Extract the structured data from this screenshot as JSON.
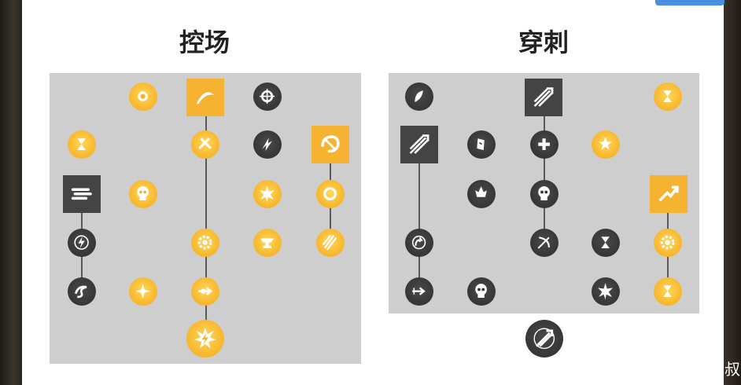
{
  "window": {
    "corner_text": "叔"
  },
  "trees": [
    {
      "title": "控场",
      "nodes": [
        {
          "name": "burst-rune-icon",
          "style": "yellow-circle"
        },
        {
          "name": "crescent-strike-icon",
          "style": "yellow-square"
        },
        {
          "name": "shatter-ring-icon",
          "style": "dark-circle"
        },
        {
          "name": "hourglass-icon",
          "style": "yellow-circle"
        },
        {
          "name": "crossed-blades-icon",
          "style": "yellow-circle"
        },
        {
          "name": "dash-strike-icon",
          "style": "dark-circle"
        },
        {
          "name": "swirl-slash-icon",
          "style": "yellow-square"
        },
        {
          "name": "whirlwind-icon",
          "style": "dark-square"
        },
        {
          "name": "skull-icon",
          "style": "yellow-circle"
        },
        {
          "name": "spiked-burst-icon",
          "style": "yellow-circle"
        },
        {
          "name": "ring-icon",
          "style": "yellow-circle"
        },
        {
          "name": "lightning-orb-icon",
          "style": "dark-circle"
        },
        {
          "name": "gear-flame-icon",
          "style": "yellow-circle"
        },
        {
          "name": "anvil-icon",
          "style": "yellow-circle"
        },
        {
          "name": "claw-slash-icon",
          "style": "yellow-circle"
        },
        {
          "name": "vortex-icon",
          "style": "dark-circle"
        },
        {
          "name": "spark-icon",
          "style": "yellow-circle"
        },
        {
          "name": "arrow-burst-icon",
          "style": "yellow-circle"
        },
        {
          "name": "lightning-burst-icon",
          "style": "yellow-circle"
        }
      ]
    },
    {
      "title": "穿刺",
      "nodes": [
        {
          "name": "feather-icon",
          "style": "dark-circle"
        },
        {
          "name": "triple-arrow-icon",
          "style": "dark-square"
        },
        {
          "name": "hourglass-icon",
          "style": "yellow-circle"
        },
        {
          "name": "triple-arrow-icon",
          "style": "dark-square"
        },
        {
          "name": "rune-stone-icon",
          "style": "dark-circle"
        },
        {
          "name": "cross-plus-icon",
          "style": "dark-circle"
        },
        {
          "name": "star-burst-icon",
          "style": "yellow-circle"
        },
        {
          "name": "flame-spike-icon",
          "style": "dark-circle"
        },
        {
          "name": "skull-icon",
          "style": "dark-circle"
        },
        {
          "name": "leaping-arrow-icon",
          "style": "yellow-square"
        },
        {
          "name": "spiral-arrow-icon",
          "style": "dark-circle"
        },
        {
          "name": "bow-arrow-icon",
          "style": "dark-circle"
        },
        {
          "name": "hourglass-icon",
          "style": "dark-circle"
        },
        {
          "name": "gear-flame-icon",
          "style": "yellow-circle"
        },
        {
          "name": "arrow-wind-icon",
          "style": "dark-circle"
        },
        {
          "name": "skull-icon",
          "style": "dark-circle"
        },
        {
          "name": "spiked-burst-icon",
          "style": "dark-circle"
        },
        {
          "name": "hourglass-icon",
          "style": "yellow-circle"
        },
        {
          "name": "arrow-volley-icon",
          "style": "dark-circle"
        }
      ]
    }
  ]
}
